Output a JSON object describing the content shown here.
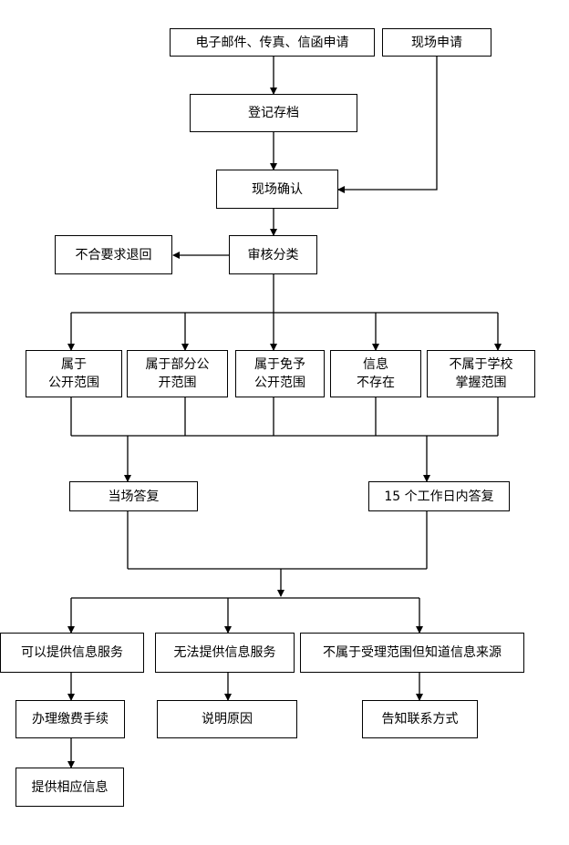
{
  "nodes": {
    "email_fax_letter": "电子邮件、传真、信函申请",
    "onsite_apply": "现场申请",
    "register_archive": "登记存档",
    "onsite_confirm": "现场确认",
    "review_classify": "审核分类",
    "reject_return": "不合要求退回",
    "cat_public": "属于\n公开范围",
    "cat_partial": "属于部分公\n开范围",
    "cat_exempt": "属于免予\n公开范围",
    "cat_not_exist": "信息\n不存在",
    "cat_not_school": "不属于学校\n掌握范围",
    "reply_onsite": "当场答复",
    "reply_15_days": "15 个工作日内答复",
    "can_provide": "可以提供信息服务",
    "cannot_provide": "无法提供信息服务",
    "not_scope_known_source": "不属于受理范围但知道信息来源",
    "pay_fees": "办理缴费手续",
    "explain_reason": "说明原因",
    "notify_contact": "告知联系方式",
    "provide_info": "提供相应信息"
  }
}
